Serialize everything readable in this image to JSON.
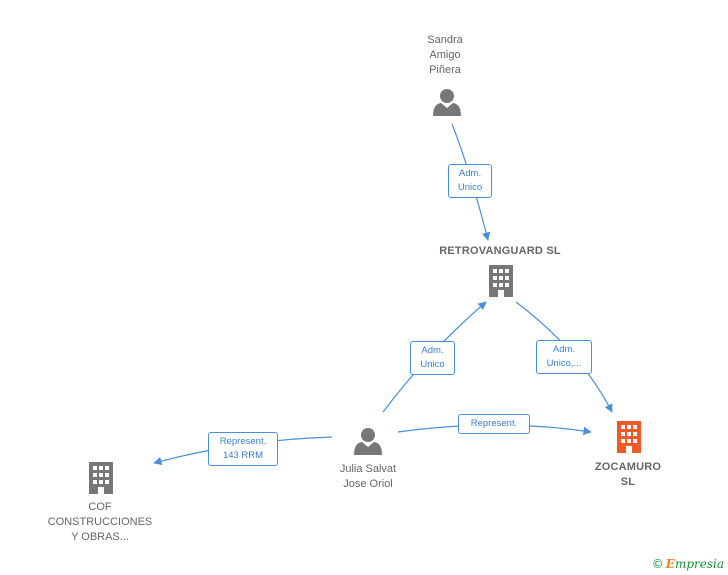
{
  "colors": {
    "edge": "#4a90d9",
    "person": "#777777",
    "company": "#777777",
    "company_highlight": "#f05a28",
    "text": "#666666"
  },
  "nodes": {
    "sandra": {
      "type": "person",
      "icon": "person-icon",
      "lines": [
        "Sandra",
        "Amigo",
        "Piñera"
      ]
    },
    "retrovanguard": {
      "type": "company",
      "icon": "building-icon",
      "lines": [
        "RETROVANGUARD SL"
      ]
    },
    "julia": {
      "type": "person",
      "icon": "person-icon",
      "lines": [
        "Julia Salvat",
        "Jose Oriol"
      ]
    },
    "zocamuro": {
      "type": "company",
      "icon": "building-icon",
      "highlight": true,
      "lines": [
        "ZOCAMURO",
        "SL"
      ]
    },
    "cof": {
      "type": "company",
      "icon": "building-icon",
      "lines": [
        "COF",
        "CONSTRUCCIONES",
        "Y OBRAS..."
      ]
    }
  },
  "edges": {
    "sandra_retro": {
      "from": "sandra",
      "to": "retrovanguard",
      "lines": [
        "Adm.",
        "Unico"
      ]
    },
    "julia_retro": {
      "from": "julia",
      "to": "retrovanguard",
      "lines": [
        "Adm.",
        "Unico"
      ]
    },
    "retro_zocamuro": {
      "from": "retrovanguard",
      "to": "zocamuro",
      "lines": [
        "Adm.",
        "Unico,..."
      ]
    },
    "julia_zocamuro": {
      "from": "julia",
      "to": "zocamuro",
      "lines": [
        "Represent."
      ]
    },
    "julia_cof": {
      "from": "julia",
      "to": "cof",
      "lines": [
        "Represent.",
        "143 RRM"
      ]
    }
  },
  "footer": {
    "copyright": "©",
    "brand_first": "E",
    "brand_rest": "mpresia"
  }
}
